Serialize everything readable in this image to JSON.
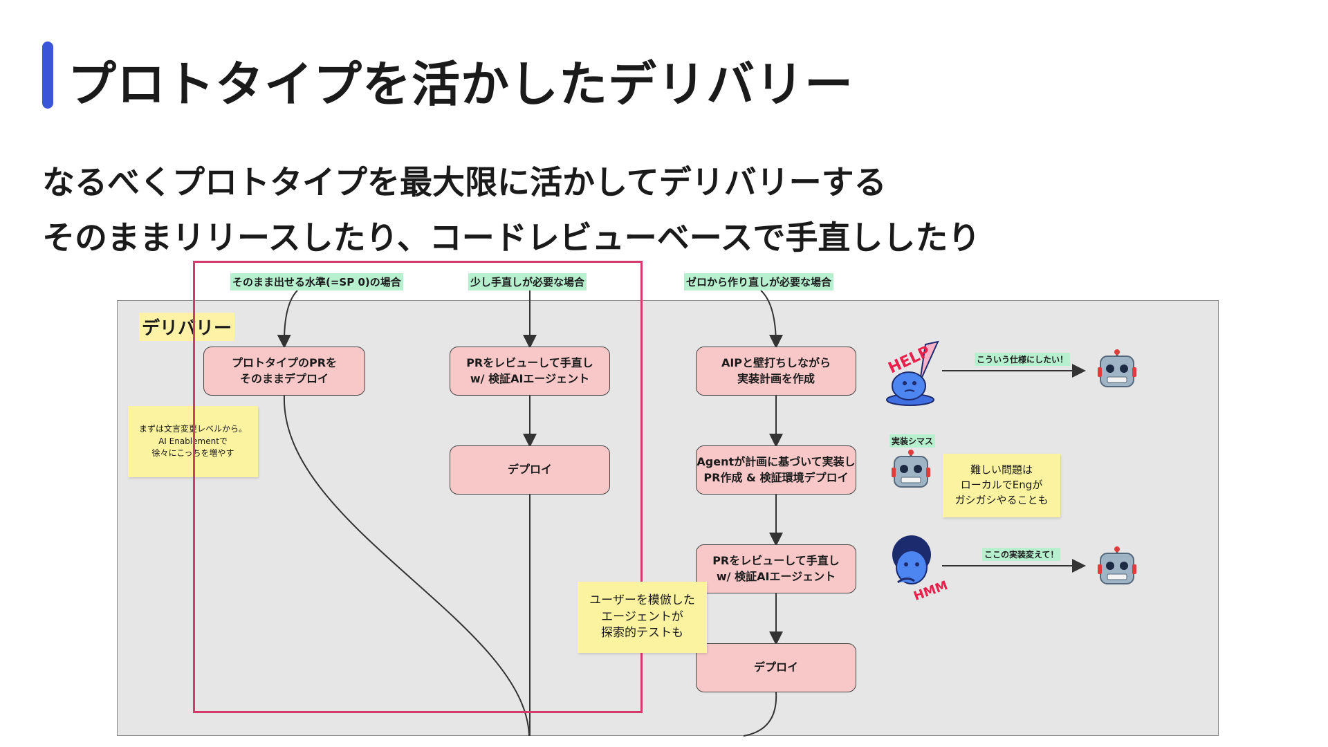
{
  "title": "プロトタイプを活かしたデリバリー",
  "subtitle_lines": [
    "なるべくプロトタイプを最大限に活かしてデリバリーする",
    "そのままリリースしたり、コードレビューベースで手直ししたり"
  ],
  "board": {
    "label": "デリバリー"
  },
  "conditions": [
    "そのまま出せる水準(=SP 0)の場合",
    "少し手直しが必要な場合",
    "ゼロから作り直しが必要な場合"
  ],
  "boxes": {
    "col1_deploy": "プロトタイプのPRを\nそのままデプロイ",
    "col2_review": "PRをレビューして手直し\nw/ 検証AIエージェント",
    "col2_deploy": "デプロイ",
    "col3_plan": "AIPと壁打ちしながら\n実装計画を作成",
    "col3_implement": "Agentが計画に基づいて実装し\nPR作成 & 検証環境デプロイ",
    "col3_review": "PRをレビューして手直し\nw/ 検証AIエージェント",
    "col3_deploy": "デプロイ"
  },
  "notes": {
    "enablement": "まずは文言変更レベルから。\nAI Enablementで\n徐々にこっちを増やす",
    "explore": "ユーザーを模倣した\nエージェントが\n探索的テストも",
    "local_eng": "難しい問題は\nローカルでEngが\nガシガシやることも"
  },
  "chips": {
    "spec_request": "こういう仕様にしたい！",
    "implement": "実装シマス",
    "change_request": "ここの実装変えて！"
  },
  "stickers": {
    "help_text": "HELP",
    "hmm_text": "HMM"
  },
  "colors": {
    "accent": "#3b55d9",
    "box_fill": "#f8c8c8",
    "note_fill": "#fbf3a0",
    "chip_fill": "#b7f0cf",
    "highlight_frame": "#d23a6c",
    "board_bg": "#e6e6e6"
  }
}
